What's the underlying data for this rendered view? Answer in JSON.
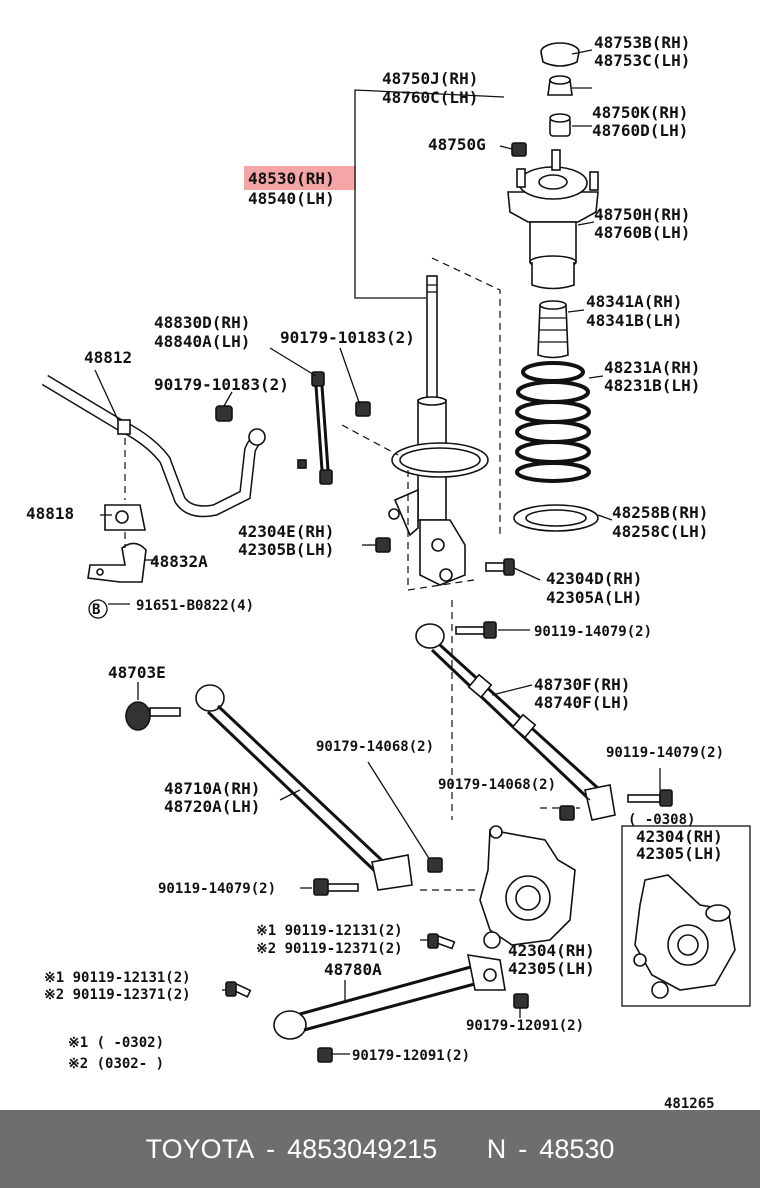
{
  "labels": {
    "p48753b": "48753B(RH)",
    "p48753c": "48753C(LH)",
    "p48750j": "48750J(RH)",
    "p48760c": "48760C(LH)",
    "p48750k": "48750K(RH)",
    "p48760d": "48760D(LH)",
    "p48750g": "48750G",
    "p48530": "48530(RH)",
    "p48540": "48540(LH)",
    "p48750h": "48750H(RH)",
    "p48760b": "48760B(LH)",
    "p48341a": "48341A(RH)",
    "p48341b": "48341B(LH)",
    "p48830d": "48830D(RH)",
    "p48840a": "48840A(LH)",
    "p90179_10183a": "90179-10183(2)",
    "p48812": "48812",
    "p90179_10183b": "90179-10183(2)",
    "p48231a": "48231A(RH)",
    "p48231b": "48231B(LH)",
    "p48818": "48818",
    "p48258b": "48258B(RH)",
    "p48258c": "48258C(LH)",
    "p42304e": "42304E(RH)",
    "p42305b": "42305B(LH)",
    "p48832a": "48832A",
    "p42304d": "42304D(RH)",
    "p42305a": "42305A(LH)",
    "p91651": "91651-B0822(4)",
    "p90119_14079a": "90119-14079(2)",
    "p48703e": "48703E",
    "p48730f": "48730F(RH)",
    "p48740f": "48740F(LH)",
    "p90179_14068a": "90179-14068(2)",
    "p90119_14079b": "90119-14079(2)",
    "p48710a": "48710A(RH)",
    "p48720a": "48720A(LH)",
    "p90179_14068b": "90179-14068(2)",
    "inset_range": "(     -0308)",
    "p42304_inset": "42304(RH)",
    "p42305_inset": "42305(LH)",
    "p90119_14079c": "90119-14079(2)",
    "p90119_12131a": "※1 90119-12131(2)",
    "p90119_12371a": "※2 90119-12371(2)",
    "p42304": "42304(RH)",
    "p42305": "42305(LH)",
    "p48780a": "48780A",
    "p90119_12131b": "※1 90119-12131(2)",
    "p90119_12371b": "※2 90119-12371(2)",
    "p90179_12091a": "90179-12091(2)",
    "p90179_12091b": "90179-12091(2)",
    "note1": "※1 (      -0302)",
    "note2": "※2 (0302-      )",
    "bubble_b": "B",
    "diagram_id": "481265"
  },
  "highlight_color": "#f4a6a6",
  "footer": {
    "brand": "TOYOTA",
    "sep1": "-",
    "part_number": "4853049215",
    "prefix": "N",
    "sep2": "-",
    "ref": "48530"
  }
}
